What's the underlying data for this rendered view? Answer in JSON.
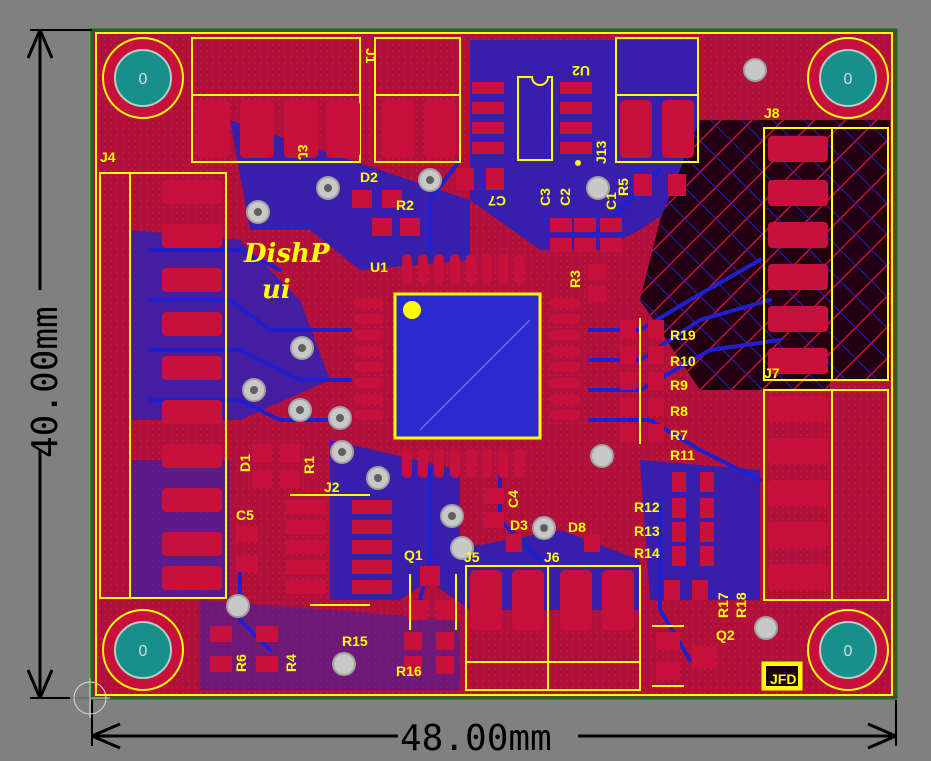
{
  "board": {
    "logo_line1": "DishP",
    "logo_line2": "ui",
    "brand": "JFD",
    "dim_width": "48.00mm",
    "dim_height": "40.00mm",
    "mount_hole_label": "0"
  },
  "components": {
    "J1": "J1",
    "J3": "J3",
    "J2": "J2",
    "J4": "J4",
    "J5": "J5",
    "J6": "J6",
    "J7": "J7",
    "J8": "J8",
    "J13": "J13",
    "U1": "U1",
    "U2": "U2",
    "D1": "D1",
    "D2": "D2",
    "D3": "D3",
    "D8": "D8",
    "Q1": "Q1",
    "Q2": "Q2",
    "C1": "C1",
    "C2": "C2",
    "C3": "C3",
    "C4": "C4",
    "C5": "C5",
    "C7": "C7",
    "R1": "R1",
    "R2": "R2",
    "R3": "R3",
    "R4": "R4",
    "R5": "R5",
    "R6": "R6",
    "R7": "R7",
    "R8": "R8",
    "R9": "R9",
    "R10": "R10",
    "R11": "R11",
    "R12": "R12",
    "R13": "R13",
    "R14": "R14",
    "R15": "R15",
    "R16": "R16",
    "R17": "R17",
    "R18": "R18",
    "R19": "R19"
  },
  "colors": {
    "background": "#808080",
    "board_red": "#b0103a",
    "copper_blue": "#2020c8",
    "silkscreen": "#ffff00",
    "mount_teal": "#1a9a8a"
  }
}
